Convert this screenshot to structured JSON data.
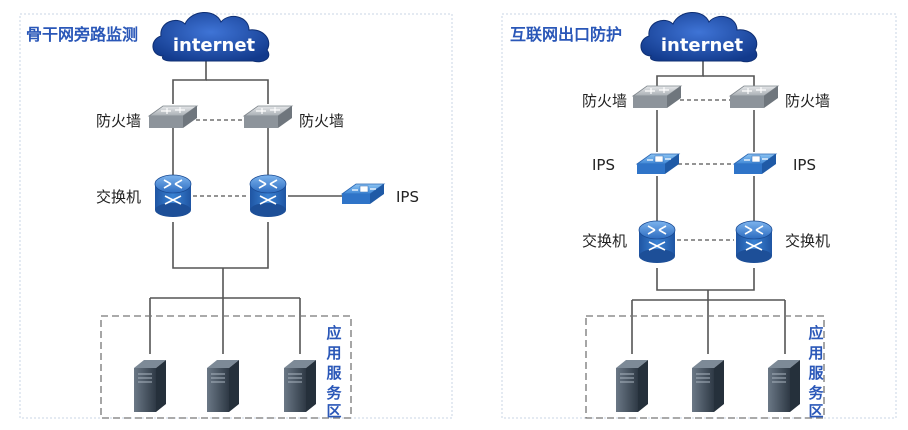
{
  "panels": [
    {
      "title": "骨干网旁路监测",
      "cloud_label": "internet",
      "firewall_label": "防火墙",
      "switch_label": "交换机",
      "ips_label": "IPS",
      "zone_label": [
        "应",
        "用",
        "服",
        "务",
        "区"
      ]
    },
    {
      "title": "互联网出口防护",
      "cloud_label": "internet",
      "firewall_label": "防火墙",
      "ips_label": "IPS",
      "switch_label": "交换机",
      "zone_label": [
        "应",
        "用",
        "服",
        "务",
        "区"
      ]
    }
  ],
  "icons": {
    "cloud": "cloud-icon",
    "firewall": "firewall-icon",
    "switch": "router-switch-icon",
    "ips": "ips-device-icon",
    "server": "server-tower-icon"
  },
  "colors": {
    "title": "#2a57b8",
    "cloud": "#1e4aa8",
    "device_blue": "#2e73c9",
    "firewall_gray": "#9aa0a6",
    "server_dark": "#3d4a57"
  }
}
